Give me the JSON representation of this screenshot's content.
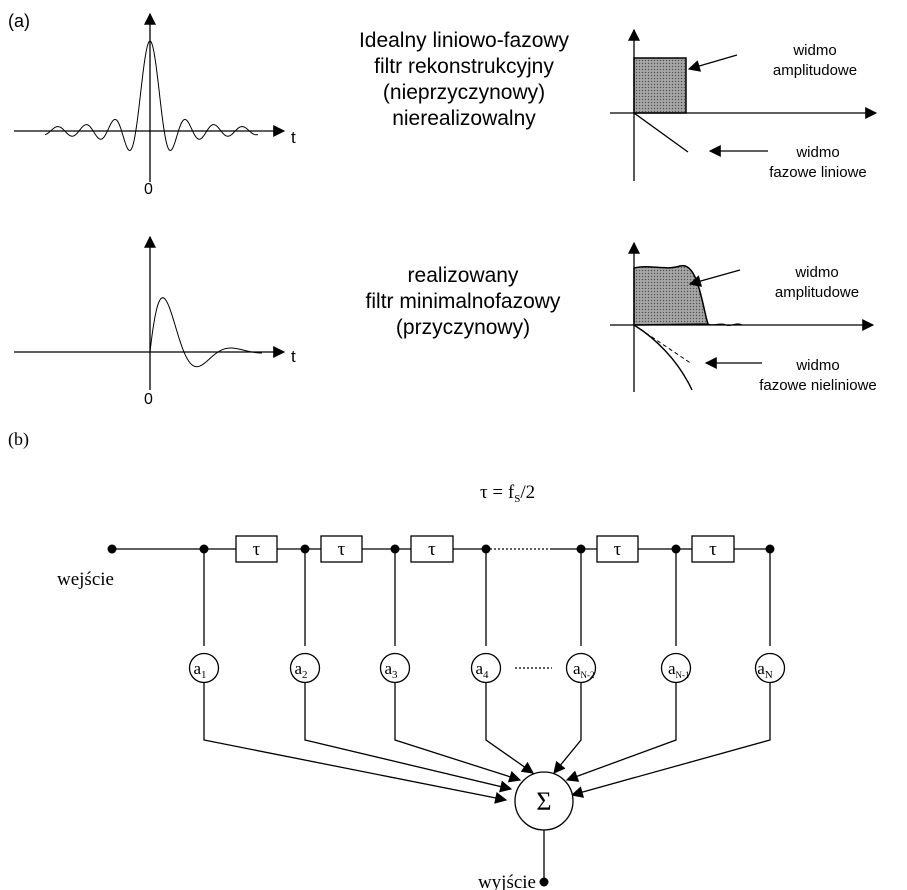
{
  "part_a": {
    "label": "(a)",
    "ideal": {
      "title_lines": [
        "Idealny liniowo-fazowy",
        "filtr rekonstrukcyjny",
        "(nieprzyczynowy)",
        "nierealizowalny"
      ],
      "t_label": "t",
      "zero_label": "0",
      "amp_label_lines": [
        "widmo",
        "amplitudowe"
      ],
      "phase_label_lines": [
        "widmo",
        "fazowe liniowe"
      ]
    },
    "real": {
      "title_lines": [
        "realizowany",
        "filtr minimalnofazowy",
        "(przyczynowy)"
      ],
      "t_label": "t",
      "zero_label": "0",
      "amp_label_lines": [
        "widmo",
        "amplitudowe"
      ],
      "phase_label_lines": [
        "widmo",
        "fazowe nieliniowe"
      ]
    }
  },
  "part_b": {
    "label": "(b)",
    "tau_eq": {
      "lhs": "τ = f",
      "sub": "S",
      "rhs": "/2"
    },
    "delay_label": "τ",
    "input_label": "wejście",
    "output_label": "wyjście",
    "sum_symbol": "Σ",
    "coefficients": [
      {
        "base": "a",
        "sub": "1"
      },
      {
        "base": "a",
        "sub": "2"
      },
      {
        "base": "a",
        "sub": "3"
      },
      {
        "base": "a",
        "sub": "4"
      },
      {
        "base": "a",
        "sub": "N-2"
      },
      {
        "base": "a",
        "sub": "N-1"
      },
      {
        "base": "a",
        "sub": "N"
      }
    ]
  }
}
